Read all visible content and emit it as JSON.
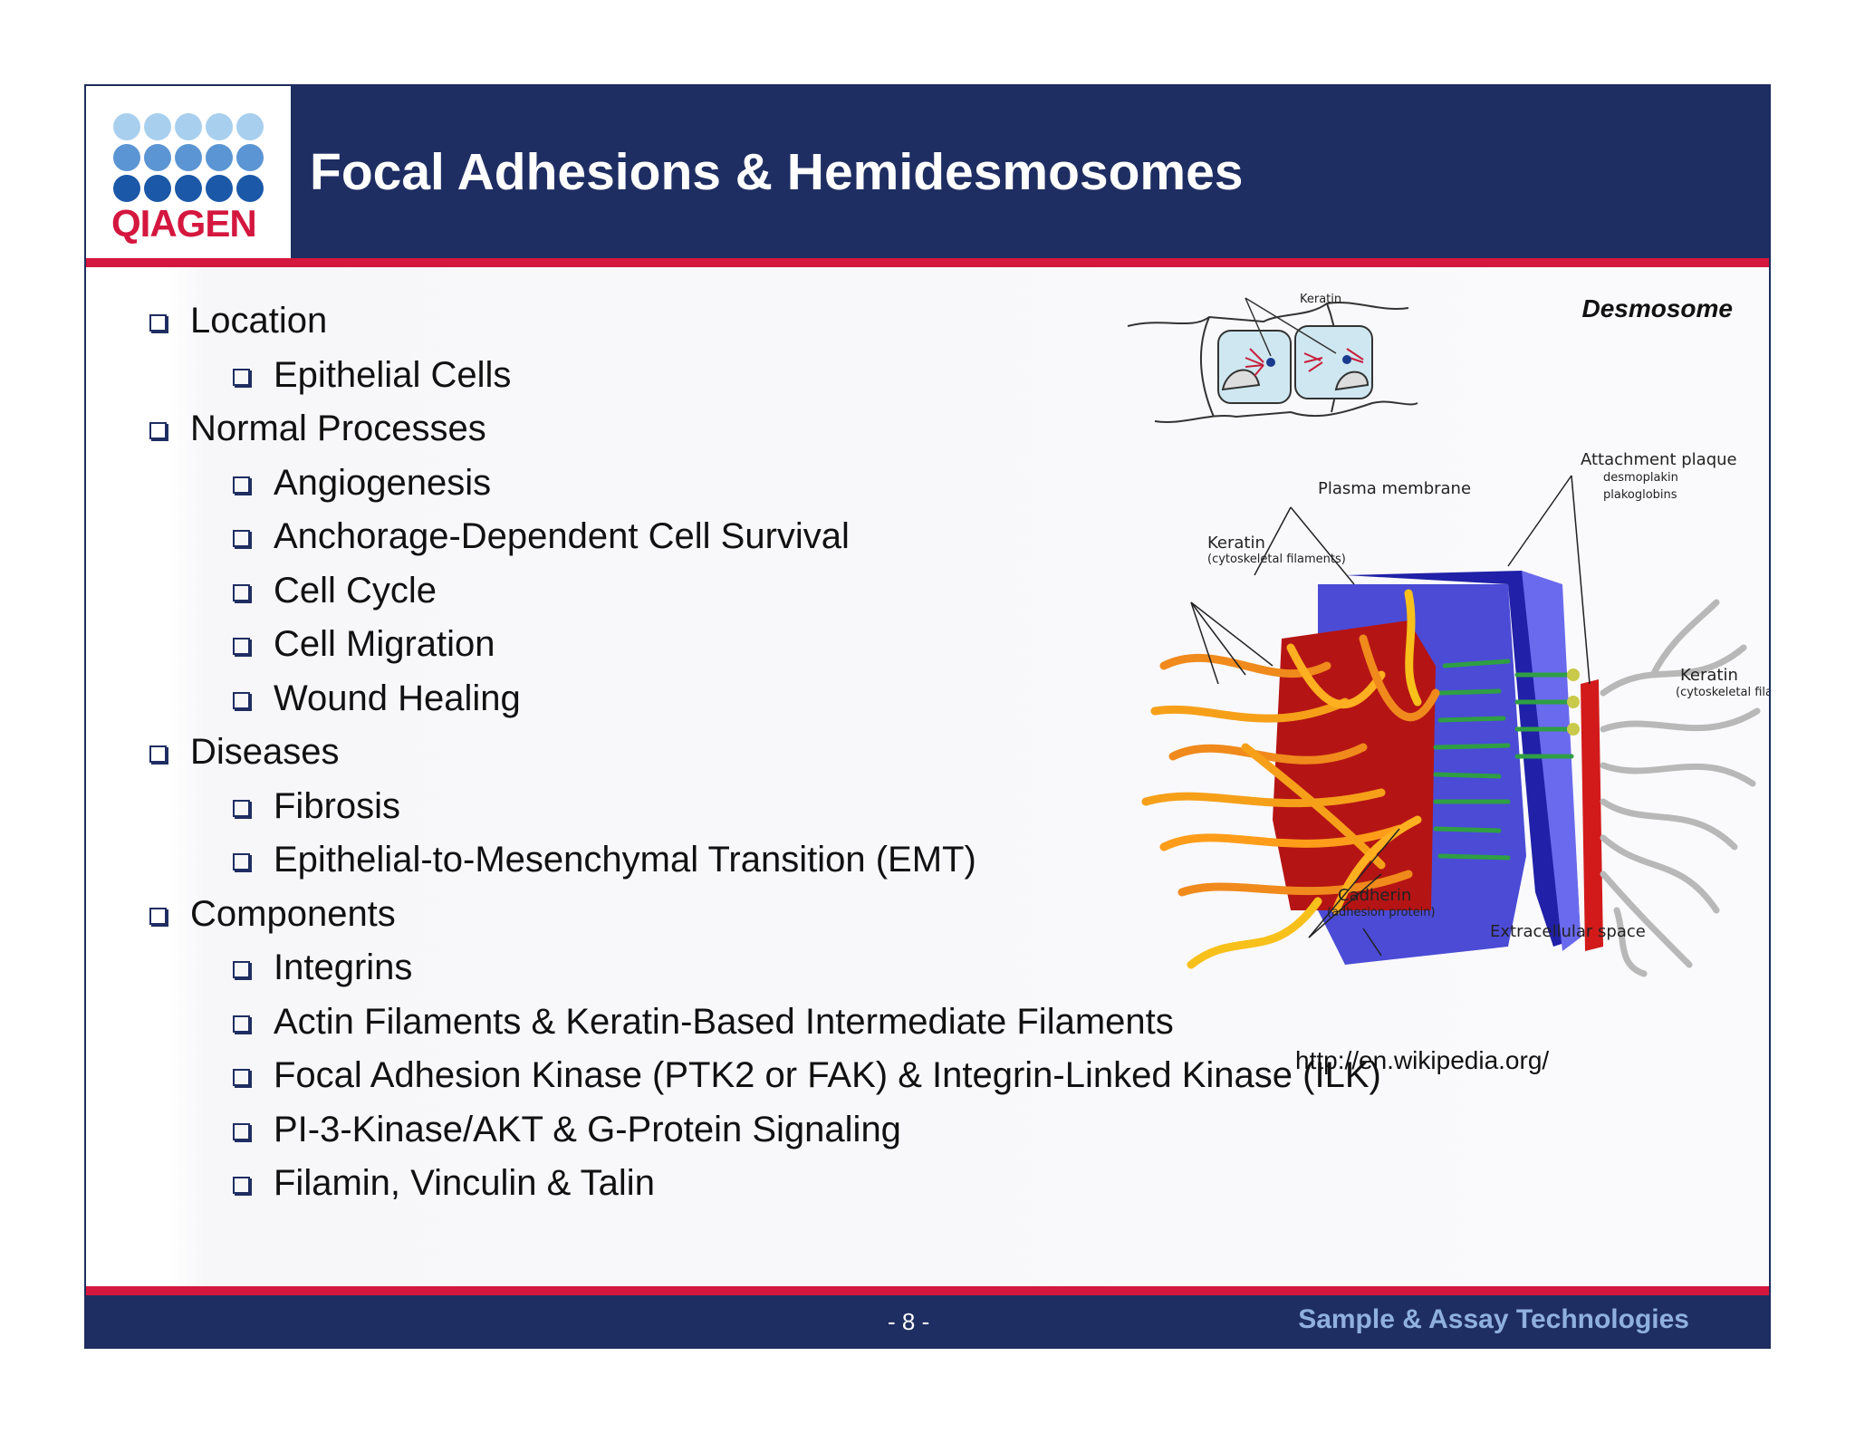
{
  "header": {
    "logo_text": "QIAGEN",
    "title": "Focal Adhesions & Hemidesmosomes"
  },
  "bullets": [
    {
      "text": "Location",
      "level": 1
    },
    {
      "text": "Epithelial Cells",
      "level": 2
    },
    {
      "text": "Normal Processes",
      "level": 1
    },
    {
      "text": "Angiogenesis",
      "level": 2
    },
    {
      "text": "Anchorage-Dependent Cell Survival",
      "level": 2
    },
    {
      "text": "Cell Cycle",
      "level": 2
    },
    {
      "text": "Cell Migration",
      "level": 2
    },
    {
      "text": "Wound Healing",
      "level": 2
    },
    {
      "text": "Diseases",
      "level": 1
    },
    {
      "text": "Fibrosis",
      "level": 2
    },
    {
      "text": "Epithelial-to-Mesenchymal Transition (EMT)",
      "level": 2
    },
    {
      "text": "Components",
      "level": 1
    },
    {
      "text": "Integrins",
      "level": 2
    },
    {
      "text": "Actin Filaments & Keratin-Based Intermediate Filaments",
      "level": 2
    },
    {
      "text": "Focal Adhesion Kinase (PTK2 or FAK) & Integrin-Linked Kinase (ILK)",
      "level": 2
    },
    {
      "text": "PI-3-Kinase/AKT & G-Protein Signaling",
      "level": 2
    },
    {
      "text": "Filamin, Vinculin & Talin",
      "level": 2
    }
  ],
  "figure": {
    "title": "Desmosome",
    "labels": {
      "keratin_top": "Keratin",
      "attachment_plaque": "Attachment plaque",
      "desmoplakin": "desmoplakin",
      "plakoglobins": "plakoglobins",
      "plasma_membrane": "Plasma membrane",
      "keratin_left": "Keratin",
      "keratin_left_sub": "(cytoskeletal filaments)",
      "keratin_right": "Keratin",
      "keratin_right_sub": "(cytoskeletal filaments)",
      "cadherin": "Cadherin",
      "cadherin_sub": "(adhesion protein)",
      "extracellular_space": "Extracellular space"
    },
    "source_url": "http://en.wikipedia.org/"
  },
  "footer": {
    "page_number": "- 8 -",
    "tagline": "Sample & Assay Technologies"
  },
  "colors": {
    "navy": "#1f2e62",
    "red": "#d4173f",
    "tagline": "#8fb0e0"
  }
}
